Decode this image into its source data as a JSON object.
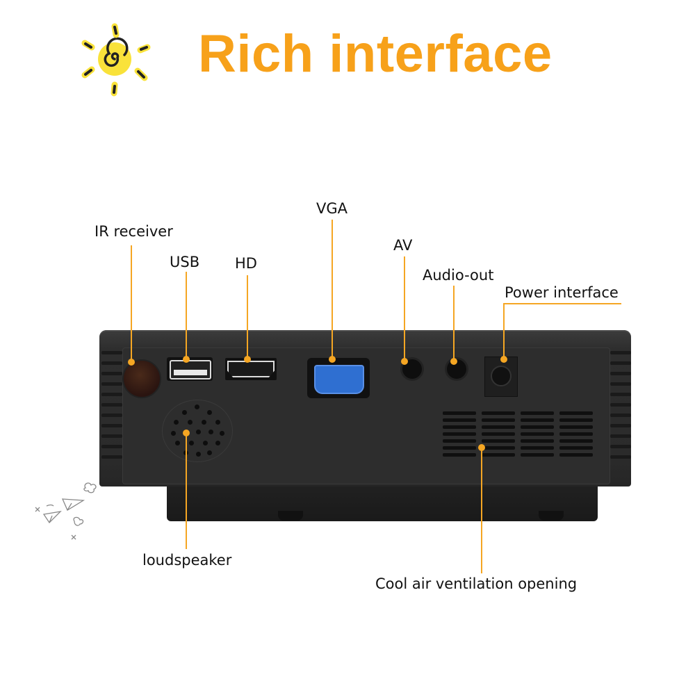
{
  "header": {
    "title": "Rich interface",
    "icon": "sun-icon",
    "title_color": "#f7a11a"
  },
  "product": "mini projector rear panel",
  "callouts": [
    {
      "id": "ir",
      "label": "IR receiver"
    },
    {
      "id": "usb",
      "label": "USB"
    },
    {
      "id": "hd",
      "label": "HD"
    },
    {
      "id": "vga",
      "label": "VGA"
    },
    {
      "id": "av",
      "label": "AV"
    },
    {
      "id": "audio",
      "label": "Audio-out"
    },
    {
      "id": "power",
      "label": "Power interface"
    },
    {
      "id": "speaker",
      "label": "loudspeaker"
    },
    {
      "id": "vent",
      "label": "Cool air ventilation opening"
    }
  ],
  "colors": {
    "callout_line": "#f5a623",
    "vga_port": "#2f6fd1",
    "body": "#2d2d2d"
  }
}
